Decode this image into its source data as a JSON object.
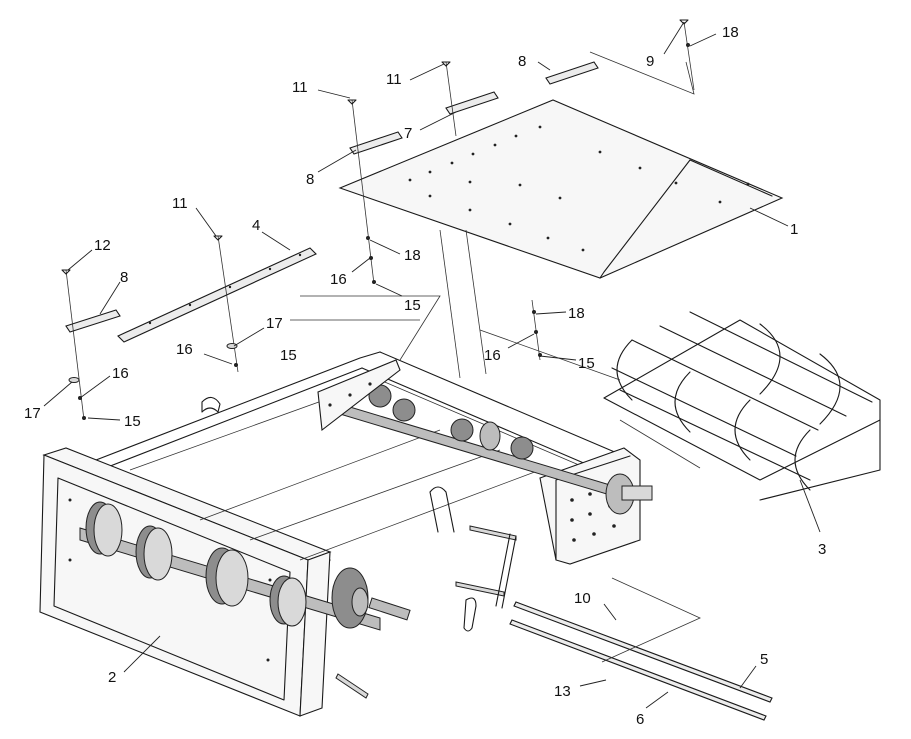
{
  "callouts": {
    "c1": "1",
    "c2": "2",
    "c3": "3",
    "c4": "4",
    "c5": "5",
    "c6": "6",
    "c7": "7",
    "c8a": "8",
    "c8b": "8",
    "c8c": "8",
    "c9": "9",
    "c10": "10",
    "c11a": "11",
    "c11b": "11",
    "c11c": "11",
    "c12": "12",
    "c13": "13",
    "c15a": "15",
    "c15b": "15",
    "c15c": "15",
    "c15d": "15",
    "c16a": "16",
    "c16b": "16",
    "c16c": "16",
    "c17a": "17",
    "c17b": "17",
    "c18a": "18",
    "c18b": "18",
    "c18c": "18"
  },
  "colors": {
    "line": "#1a1a1a",
    "shade": "#8d8d8d",
    "background": "#ffffff"
  }
}
